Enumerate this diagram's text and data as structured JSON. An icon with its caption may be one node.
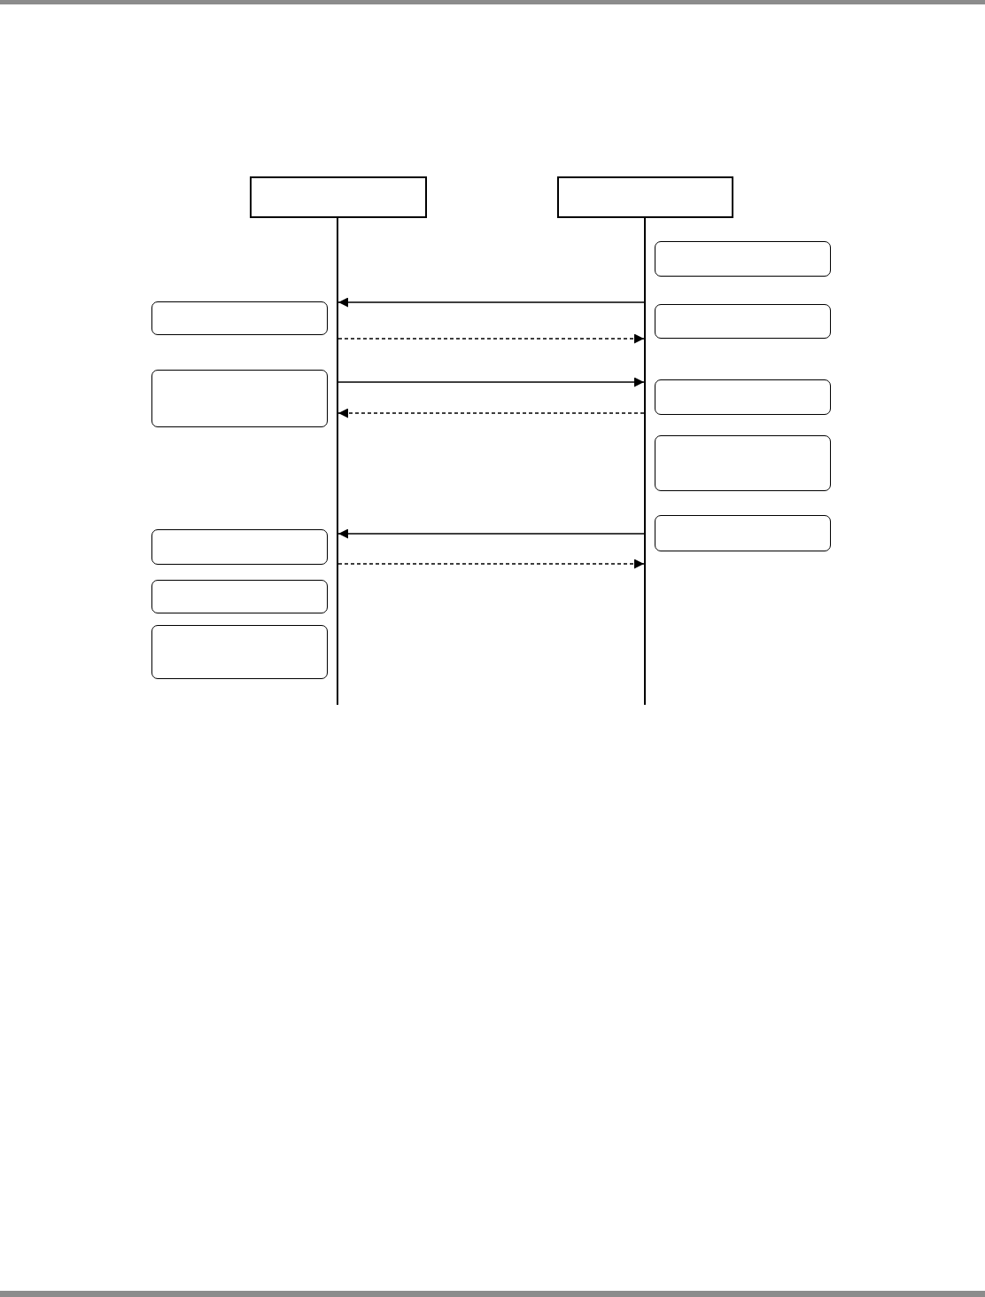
{
  "diagram": {
    "nodes": [
      {
        "text": [],
        "shape": "box"
      },
      {
        "text": [],
        "shape": "box"
      },
      {
        "text": [],
        "shape": "bar"
      },
      {
        "text": [],
        "shape": "bar"
      },
      {
        "text": [],
        "shape": "box"
      },
      {
        "text": [],
        "shape": "box"
      },
      {
        "text": [],
        "shape": "box"
      },
      {
        "text": [],
        "shape": "box"
      },
      {
        "text": [],
        "shape": "box"
      },
      {
        "text": [],
        "shape": "box"
      },
      {
        "text": [],
        "shape": "box"
      },
      {
        "text": [],
        "shape": "box"
      },
      {
        "text": [],
        "shape": "box"
      },
      {
        "text": [],
        "shape": "box"
      }
    ],
    "edges": [
      {
        "from": 3,
        "to": 2,
        "arrow": "to"
      },
      {
        "from": 2,
        "to": 3,
        "arrow": "to",
        "style": "dashed"
      },
      {
        "from": 2,
        "to": 3,
        "arrow": "to"
      },
      {
        "from": 3,
        "to": 2,
        "arrow": "to",
        "style": "dashed"
      },
      {
        "from": 3,
        "to": 2,
        "arrow": "to"
      },
      {
        "from": 2,
        "to": 3,
        "arrow": "to",
        "style": "dashed"
      }
    ]
  }
}
